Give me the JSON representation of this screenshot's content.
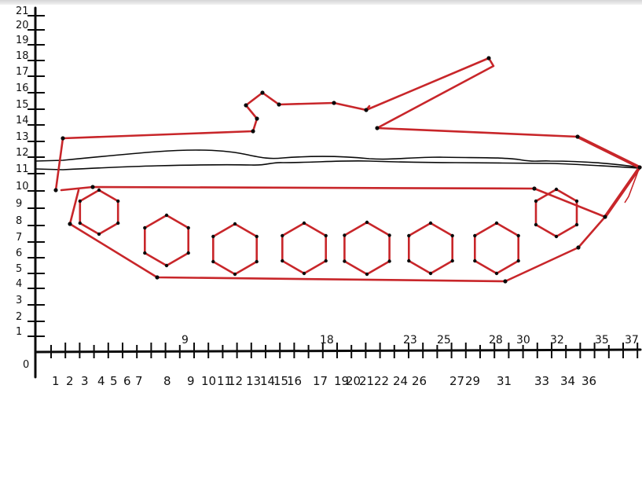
{
  "drawing": {
    "subject": "tank",
    "outline_color": "#c8262a",
    "ink_color": "#0a0a0a",
    "origin_label": "0",
    "y_axis_labels": [
      "1",
      "2",
      "3",
      "4",
      "5",
      "6",
      "7",
      "8",
      "9",
      "10",
      "11",
      "12",
      "13",
      "14",
      "15",
      "16",
      "17",
      "18",
      "19",
      "20",
      "21"
    ],
    "x_axis_labels_bottom": [
      "1",
      "2",
      "3",
      "4",
      "5",
      "6",
      "7",
      "8",
      "9",
      "10",
      "11",
      "12",
      "13",
      "14",
      "15",
      "16",
      "17",
      "19",
      "20",
      "21",
      "22",
      "24",
      "26",
      "27",
      "29",
      "31",
      "33",
      "34",
      "36"
    ],
    "x_axis_labels_top": [
      "9",
      "18",
      "23",
      "25",
      "28",
      "30",
      "32",
      "35",
      "37"
    ]
  }
}
